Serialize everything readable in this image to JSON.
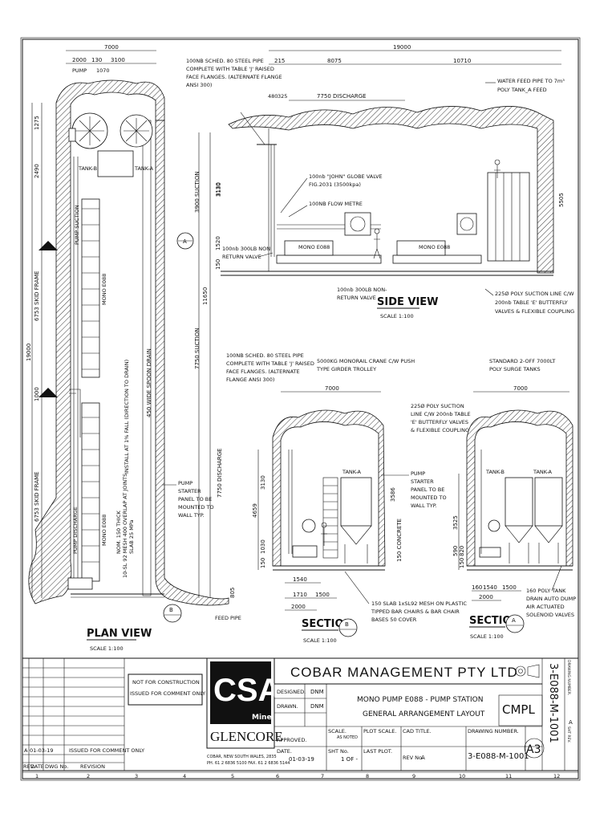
{
  "plan_view": {
    "title": "PLAN VIEW",
    "scale": "SCALE 1:100",
    "dim_top_total": "7000",
    "dim_top_parts": [
      "2000",
      "130",
      "3100"
    ],
    "pump_label": "PUMP",
    "dim_pump": "1070",
    "tank_b": "TANK-B",
    "tank_a": "TANK-A",
    "pump_suction": "PUMP SUCTION",
    "pump_discharge": "PUMP DISCHARGE",
    "mono_upper": "MONO E088",
    "mono_lower": "MONO E088",
    "left_dims": [
      "1275",
      "2490",
      "6753 SKID FRAME",
      "19000",
      "1000",
      "6753 SKID FRAME"
    ],
    "right_dims": [
      "3130",
      "3900 SUCTION",
      "11650",
      "7750 SUCTION",
      "7750 DISCHARGE"
    ],
    "drain": "450 WIDE SPOON DRAIN",
    "install_note": "INSTALL AT 1% FALL (DIRECTION TO DRAIN)",
    "slab_note_1": "NOM. 150 THICK",
    "slab_note_2": "10-SL 92 MESH 400 OVERLAP AT JOINTS",
    "slab_note_3": "SLAB 25 MPa",
    "starter_note": "PUMP STARTER PANEL TO BE MOUNTED TO WALL TYP.",
    "feed_pipe": "FEED PIPE",
    "dim_805": "805",
    "marker_a": "A",
    "marker_b": "B"
  },
  "side_view": {
    "title": "SIDE VIEW",
    "scale": "SCALE 1:100",
    "dim_total": "19000",
    "dims_top": [
      "215",
      "8075",
      "10710"
    ],
    "dims_small": [
      "480",
      "325"
    ],
    "discharge": "7750 DISCHARGE",
    "pipe_note": "100NB SCHED. 80 STEEL PIPE COMPLETE WITH TABLE 'J' RAISED FACE FLANGES. (ALTERNATE FLANGE ANSI 300)",
    "water_feed": "WATER FEED PIPE TO 7m³ POLY TANK_A FEED",
    "globe_valve": "100nb \"JOHN\" GLOBE VALVE FIG.2031 (3500kpa)",
    "flow_metre": "100NB FLOW METRE",
    "nrv_left": "100nb 300LB NON RETURN VALVE",
    "nrv_bottom": "100nb 300LB NON-RETURN VALVE",
    "mono_1": "MONO E088",
    "mono_2": "MONO E088",
    "poly_suction": "225Ø POLY SUCTION LINE C/W 200nb TABLE 'E' BUTTERFLY VALVES & FLEXIBLE COUPLING",
    "left_dims": [
      "3130",
      "1520",
      "150"
    ],
    "right_dim": "5505"
  },
  "section_b": {
    "title": "SECTION",
    "marker": "B",
    "scale": "SCALE 1:100",
    "pipe_note": "100NB SCHED. 80 STEEL PIPE COMPLETE WITH TABLE 'J' RAISED FACE FLANGES. (ALTERNATE FLANGE ANSI 300)",
    "crane_note": "5000KG MONORAIL CRANE C/W PUSH TYPE GIRDER TROLLEY",
    "dim_top": "7000",
    "suction_note": "225Ø POLY SUCTION LINE C/W 200nb TABLE 'E' BUTTERFLY VALVES & FLEXIBLE COUPLING",
    "tank_a": "TANK-A",
    "starter_note": "PUMP STARTER PANEL TO BE MOUNTED TO WALL TYP.",
    "concrete": "150 CONCRETE",
    "dims_left": [
      "4659",
      "3130",
      "1030",
      "150"
    ],
    "dim_3586": "3586",
    "dims_bottom": [
      "1540",
      "1710",
      "1500",
      "2000"
    ],
    "slab_note": "150 SLAB 1xSL92 MESH ON PLASTIC TIPPED BAR CHAIRS & BAR CHAIR BASES 50 COVER"
  },
  "section_a": {
    "title": "SECTION",
    "marker": "A",
    "scale": "SCALE 1:100",
    "tanks_note": "STANDARD 2-OFF 7000LT POLY SURGE TANKS",
    "dim_top": "7000",
    "tank_b": "TANK-B",
    "tank_a": "TANK-A",
    "dims_left": [
      "3525",
      "590",
      "820",
      "150"
    ],
    "dims_bottom": [
      "160",
      "1540",
      "1500",
      "2000"
    ],
    "poly_note": "160 POLY TANK DRAIN AUTO DUMP AIR ACTUATED SOLENOID VALVES"
  },
  "title_block": {
    "stamp_line1": "NOT FOR CONSTRUCTION",
    "stamp_line2": "ISSUED FOR COMMENT ONLY",
    "logo": "CSA",
    "logo_sub": "Mine",
    "brand": "GLENCORE",
    "address_1": "COBAR, NEW SOUTH WALES, 2835",
    "address_2": "PH. 61 2 6836 5100 FAX. 61 2 6836 5144",
    "company": "COBAR MANAGEMENT PTY LTD",
    "drawing_title_1": "MONO PUMP E088 - PUMP STATION",
    "drawing_title_2": "GENERAL ARRANGEMENT LAYOUT",
    "designed_label": "DESIGNED.",
    "designed_value": "DNM",
    "drawn_label": "DRAWN.",
    "drawn_value": "DNM",
    "approved_label": "APPROVED.",
    "scale_label": "SCALE.",
    "scale_value": "AS NOTED",
    "plot_scale_label": "PLOT SCALE.",
    "cad_title_label": "CAD TITLE.",
    "drawing_number_label": "DRAWING NUMBER.",
    "date_label": "DATE.",
    "date_value": "01-03-19",
    "sht_label": "SHT No.",
    "sht_value": "1 OF -",
    "last_plot_label": "LAST PLOT.",
    "rev_label": "REV No.",
    "rev_value": "A",
    "drawing_number": "3-E088-M-1001",
    "size": "A3",
    "code": "CMPL",
    "vertical_number": "3-E088-M-1001",
    "vertical_label": "DRAWING NUMBER.",
    "vertical_label_2": "SHT REV.",
    "rev_col": "A",
    "revision_rows": [
      {
        "rev": "A",
        "date": "01-03-19",
        "description": "ISSUED FOR COMMENT ONLY"
      }
    ],
    "rev_headers": [
      "REV.",
      "DATE",
      "DWG No.",
      "REVISION"
    ],
    "grid_numbers": [
      "1",
      "2",
      "3",
      "4",
      "5",
      "6",
      "7",
      "8",
      "9",
      "10",
      "11",
      "12"
    ]
  }
}
